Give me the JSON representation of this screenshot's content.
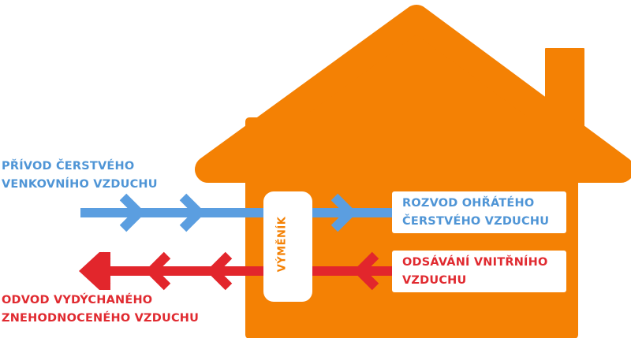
{
  "labels": {
    "fresh_intake": [
      "PŘÍVOD ČERSTVÉHO",
      "VENKOVNÍHO VZDUCHU"
    ],
    "exhaust_out": [
      "ODVOD VYDÝCHANÉHO",
      "ZNEHODNOCENÉHO VZDUCHU"
    ],
    "heated_supply": [
      "ROZVOD OHŘÁTÉHO",
      "ČERSTVÉHO VZDUCHU"
    ],
    "indoor_extract": [
      "ODSÁVÁNÍ VNITŘNÍHO",
      "VZDUCHU"
    ],
    "exchanger": "VÝMĚNÍK"
  },
  "colors": {
    "house": "#f48104",
    "fresh": "#5b9ee0",
    "exhaust": "#e2262c",
    "box": "#ffffff"
  }
}
